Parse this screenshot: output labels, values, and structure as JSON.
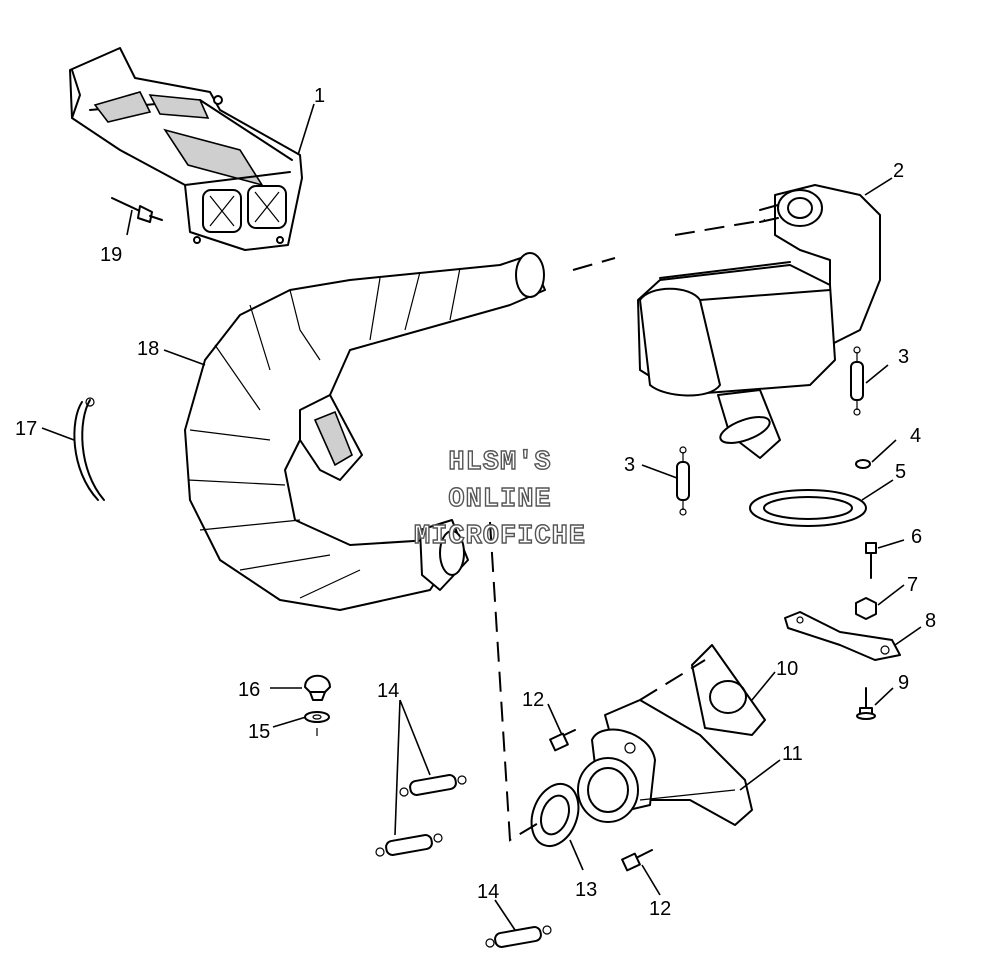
{
  "callouts": {
    "c1": "1",
    "c2": "2",
    "c3a": "3",
    "c3b": "3",
    "c4": "4",
    "c5": "5",
    "c6": "6",
    "c7": "7",
    "c8": "8",
    "c9": "9",
    "c10": "10",
    "c11": "11",
    "c12a": "12",
    "c12b": "12",
    "c13": "13",
    "c14a": "14",
    "c14b": "14",
    "c15": "15",
    "c16": "16",
    "c17": "17",
    "c18": "18",
    "c19": "19"
  },
  "watermark": {
    "line1": "HLSM'S",
    "line2": "ONLINE",
    "line3": "MICROFICHE"
  }
}
